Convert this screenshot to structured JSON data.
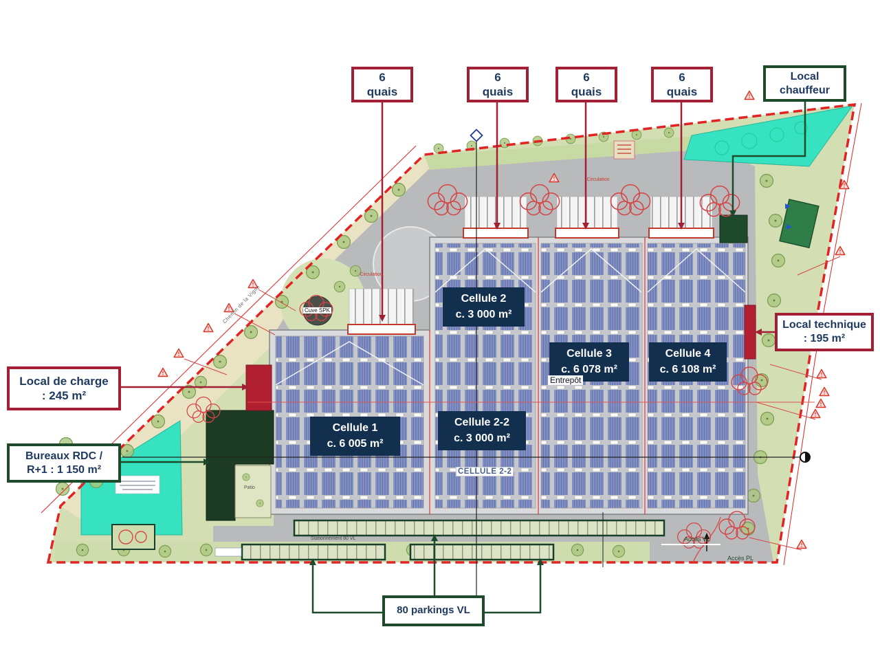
{
  "callouts": {
    "quais": {
      "line1": "6",
      "line2": "quais"
    },
    "local_chauffeur": {
      "line1": "Local",
      "line2": "chauffeur"
    },
    "local_technique": {
      "line1": "Local technique",
      "line2": ": 195 m²"
    },
    "local_de_charge": {
      "line1": "Local de charge",
      "line2": ": 245 m²"
    },
    "bureaux": {
      "line1": "Bureaux RDC /",
      "line2": "R+1 : 1 150 m²"
    },
    "parkings": {
      "label": "80 parkings VL"
    }
  },
  "cells": {
    "c1": {
      "name": "Cellule 1",
      "area": "c. 6 005 m²"
    },
    "c2": {
      "name": "Cellule 2",
      "area": "c. 3 000 m²"
    },
    "c22": {
      "name": "Cellule 2-2",
      "area": "c. 3 000 m²"
    },
    "c3": {
      "name": "Cellule 3",
      "area": "c. 6 078 m²"
    },
    "c4": {
      "name": "Cellule 4",
      "area": "c. 6 108 m²"
    }
  },
  "plan_labels": {
    "entrepot": "Entrepôt",
    "cellule22": "CELLULE 2-2",
    "cuve": "Cuve SPK",
    "patio": "Patio",
    "acces_vl": "Accès VL",
    "acces_pl": "Accès PL",
    "street": "Chemin de la Vigne",
    "stationnement": "Stationnement 80 VL",
    "circulation": "Circulation"
  },
  "colors": {
    "callout_red": "#a31f34",
    "callout_green": "#1d4a2a",
    "cell_label_navy": "#132f4e",
    "boundary_red": "#e02424",
    "teal_basin": "#36e2c0",
    "panel_blue": "#8290c4",
    "building_red": "#b02030",
    "building_green": "#1d3b24"
  }
}
